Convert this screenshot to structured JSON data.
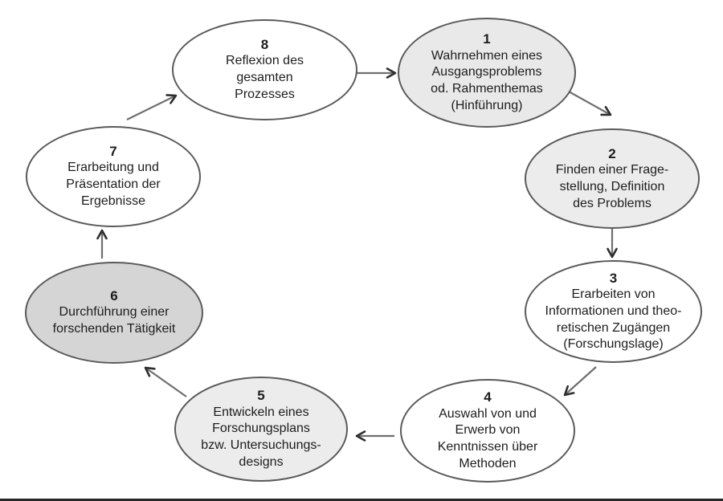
{
  "diagram": {
    "type": "cycle-flowchart",
    "language": "de",
    "nodes": [
      {
        "number": "1",
        "text": "Wahrnehmen eines\nAusgangsproblems\nod. Rahmenthemas\n(Hinführung)",
        "fill": "#e9e9e9"
      },
      {
        "number": "2",
        "text": "Finden einer Frage-\nstellung, Definition\ndes Problems",
        "fill": "#ececec"
      },
      {
        "number": "3",
        "text": "Erarbeiten von\nInformationen und theo-\nretischen Zugängen\n(Forschungslage)",
        "fill": "#ffffff"
      },
      {
        "number": "4",
        "text": "Auswahl von und\nErwerb von\nKenntnissen über\nMethoden",
        "fill": "#ffffff"
      },
      {
        "number": "5",
        "text": "Entwickeln eines\nForschungsplans\nbzw. Untersuchungs-\ndesigns",
        "fill": "#ececec"
      },
      {
        "number": "6",
        "text": "Durchführung einer\nforschenden Tätigkeit",
        "fill": "#d5d5d5"
      },
      {
        "number": "7",
        "text": "Erarbeitung und\nPräsentation der\nErgebnisse",
        "fill": "#ffffff"
      },
      {
        "number": "8",
        "text": "Reflexion des\ngesamten\nProzesses",
        "fill": "#ffffff"
      }
    ],
    "arrows": [
      {
        "from": "1",
        "to": "2"
      },
      {
        "from": "2",
        "to": "3"
      },
      {
        "from": "3",
        "to": "4"
      },
      {
        "from": "4",
        "to": "5"
      },
      {
        "from": "5",
        "to": "6"
      },
      {
        "from": "6",
        "to": "7"
      },
      {
        "from": "7",
        "to": "8"
      },
      {
        "from": "8",
        "to": "1"
      }
    ],
    "colors": {
      "node_border": "#5a5a5a",
      "arrow_line": "#6f6f6f",
      "arrow_head": "#2e2e2e",
      "text": "#1d1d1d",
      "background": "#ffffff"
    }
  }
}
